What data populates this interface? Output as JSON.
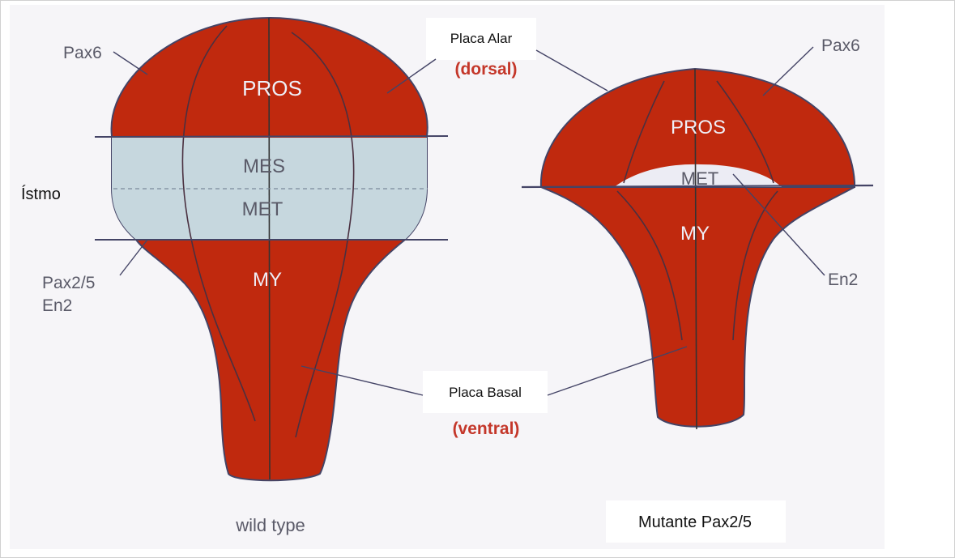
{
  "wild_type": {
    "regions": {
      "pros": "PROS",
      "mes": "MES",
      "met": "MET",
      "my": "MY"
    },
    "gene_labels": {
      "pax6": "Pax6",
      "pax25": "Pax2/5",
      "en2": "En2"
    },
    "isthmus_label": "Ístmo",
    "caption": "wild type"
  },
  "mutant": {
    "regions": {
      "pros": "PROS",
      "met": "MET",
      "my": "MY"
    },
    "gene_labels": {
      "pax6": "Pax6",
      "en2": "En2"
    },
    "caption": "Mutante Pax2/5"
  },
  "annotations": {
    "alar_plate": "Placa Alar",
    "dorsal": "(dorsal)",
    "basal_plate": "Placa Basal",
    "ventral": "(ventral)"
  },
  "colors": {
    "tissue_red": "#c0290e",
    "isthmus_blue": "#c6d7de",
    "outline": "#444466",
    "label_red": "#c4372a"
  }
}
